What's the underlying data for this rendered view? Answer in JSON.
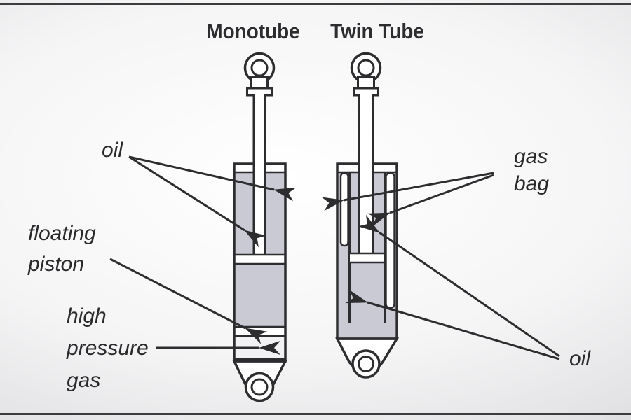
{
  "titles": {
    "monotube": "Monotube",
    "twin_tube": "Twin Tube"
  },
  "labels": {
    "oil_left": "oil",
    "floating_piston": [
      "floating",
      "piston"
    ],
    "high_pressure_gas": [
      "high",
      "pressure",
      "gas"
    ],
    "gas_bag": [
      "gas",
      "bag"
    ],
    "oil_right": "oil"
  },
  "colors": {
    "line": "#2d2d30",
    "oil_fill": "#c9cad3",
    "gas_fill": "#f2f2f4",
    "bg_center": "#ffffff",
    "bg_edge": "#c6c6c8"
  }
}
